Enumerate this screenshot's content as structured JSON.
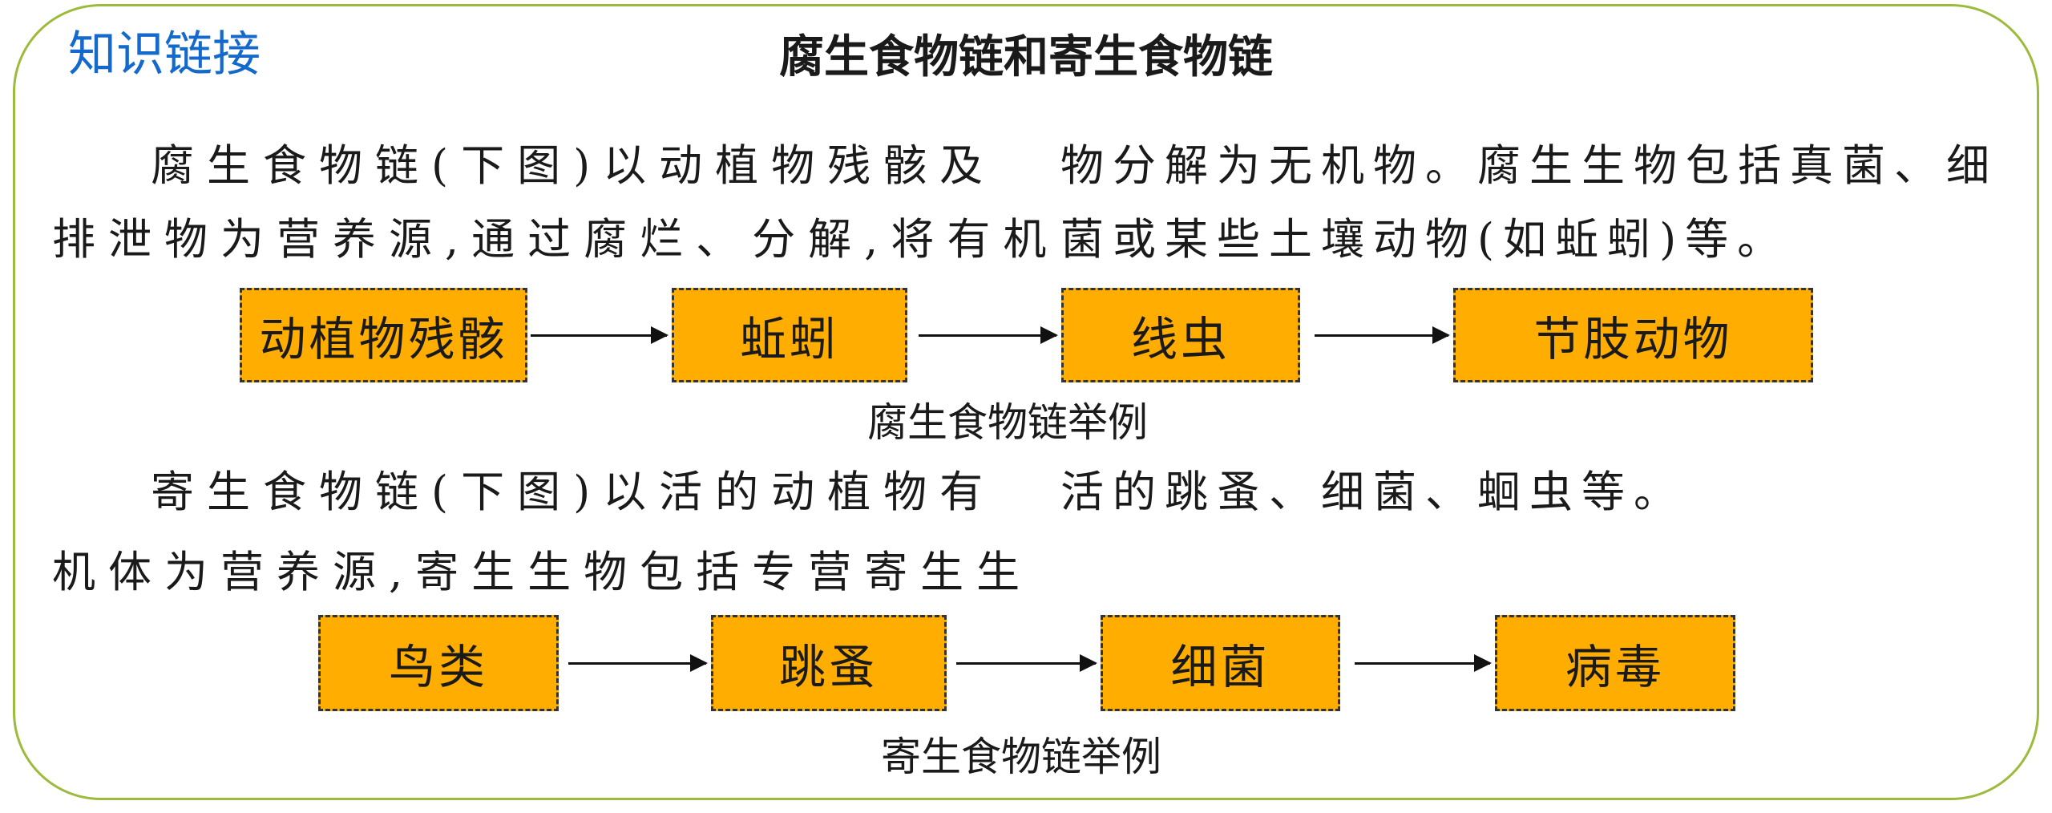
{
  "tag": "知识链接",
  "title": "腐生食物链和寄生食物链",
  "saprophytic": {
    "left_lines": [
      "腐生食物链(下图)以动植物残骸及",
      "排泄物为营养源,通过腐烂、分解,将有机"
    ],
    "right_lines": [
      "物分解为无机物。腐生生物包括真菌、细",
      "菌或某些土壤动物(如蚯蚓)等。"
    ],
    "chain": [
      "动植物残骸",
      "蚯蚓",
      "线虫",
      "节肢动物"
    ],
    "caption": "腐生食物链举例"
  },
  "parasitic": {
    "left_lines": [
      "寄生食物链(下图)以活的动植物有",
      "机体为营养源,寄生生物包括专营寄生生"
    ],
    "right_lines": [
      "活的跳蚤、细菌、蛔虫等。"
    ],
    "chain": [
      "鸟类",
      "跳蚤",
      "细菌",
      "病毒"
    ],
    "caption": "寄生食物链举例"
  },
  "colors": {
    "box_fill": "#ffad00",
    "tag": "#1469cc",
    "frame": "#9cbb3c"
  }
}
